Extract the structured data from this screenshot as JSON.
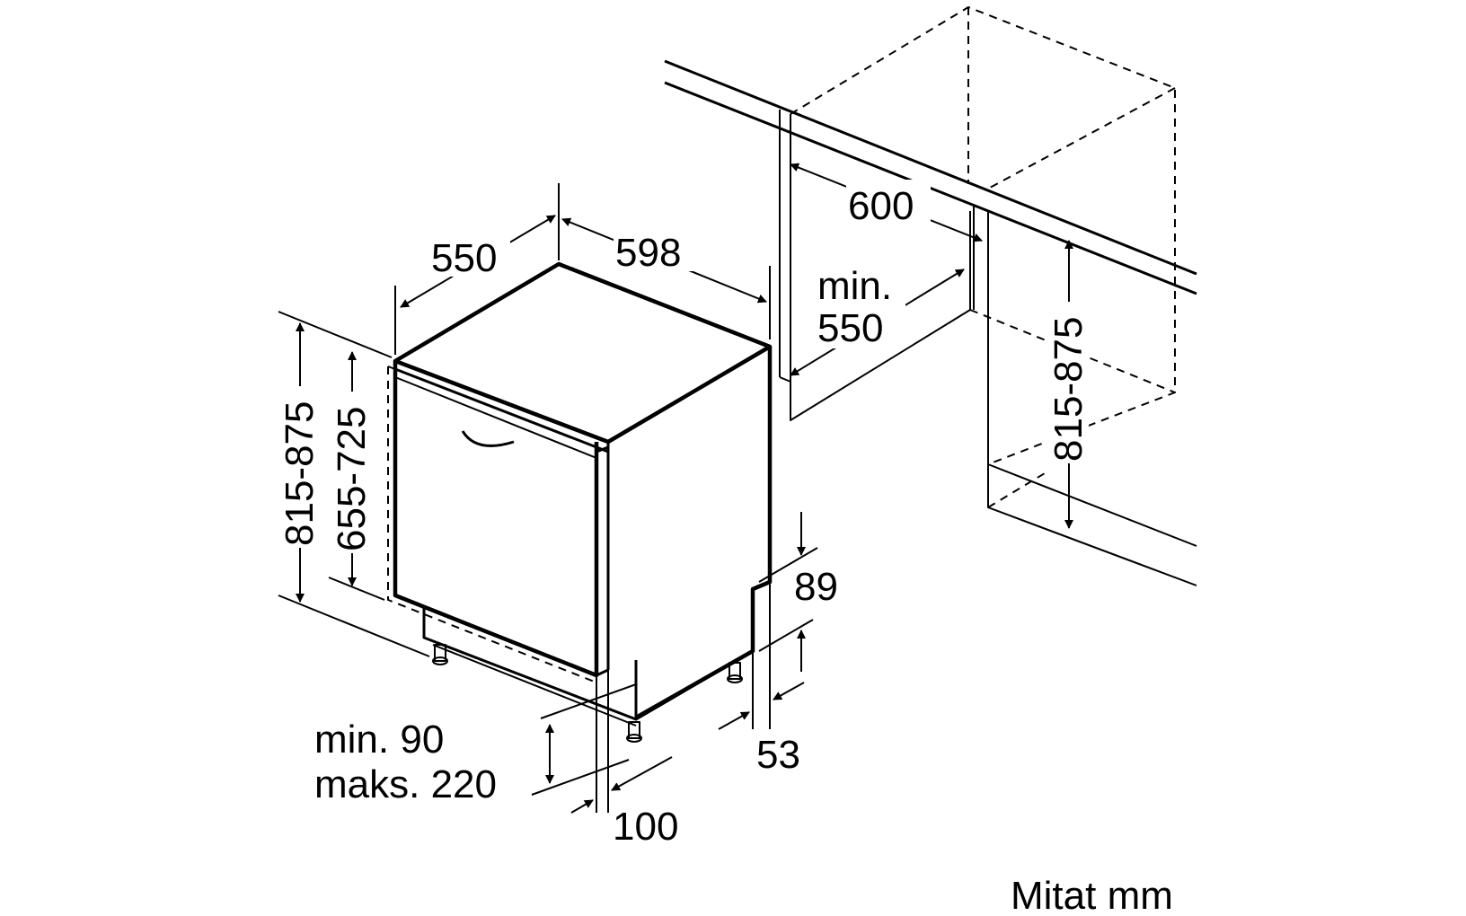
{
  "labels": {
    "depth_550": "550",
    "width_598": "598",
    "niche_600": "600",
    "min_depth_line1": "min.",
    "min_depth_line2": "550",
    "niche_height": "815-875",
    "total_height": "815-875",
    "door_height": "655-725",
    "dim_89": "89",
    "dim_53": "53",
    "plinth_line1": "min. 90",
    "plinth_line2": "maks. 220",
    "dim_100": "100",
    "units": "Mitat mm"
  }
}
